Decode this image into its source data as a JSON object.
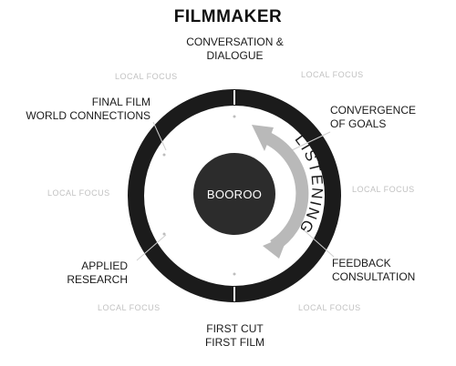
{
  "title": "FILMMAKER",
  "center": "BOOROO",
  "listening": "LISTENING",
  "stages": [
    "CONVERSATION &\nDIALOGUE",
    "CONVERGENCE\nOF GOALS",
    "FEEDBACK\nCONSULTATION",
    "FIRST CUT\nFIRST FILM",
    "APPLIED\nRESEARCH",
    "FINAL FILM\nWORLD CONNECTIONS"
  ],
  "local_focus": [
    "LOCAL FOCUS",
    "LOCAL FOCUS",
    "LOCAL FOCUS",
    "LOCAL FOCUS",
    "LOCAL FOCUS",
    "LOCAL FOCUS"
  ],
  "colors": {
    "ring": "#1b1b1b",
    "center": "#2c2c2c",
    "arrow": "#b9b9b9",
    "muted_text": "#c2c2c2"
  }
}
